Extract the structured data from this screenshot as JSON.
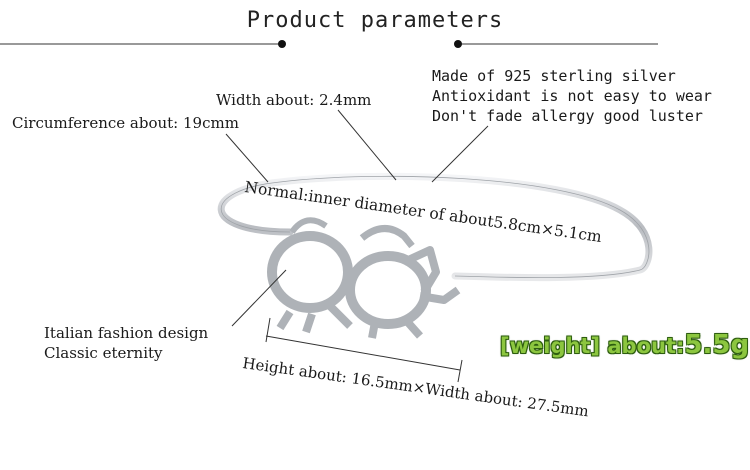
{
  "header": {
    "title": "Product parameters"
  },
  "labels": {
    "width": "Width about: 2.4mm",
    "circumference": "Circumference about: 19cmm",
    "normal": "Normal:inner diameter of about5.8cm×5.1cm",
    "design_line1": "Italian fashion design",
    "design_line2": "Classic eternity",
    "size": "Height about: 16.5mm×Width about: 27.5mm"
  },
  "specs": [
    "Made of 925 sterling silver",
    "Antioxidant is not easy to wear",
    "Don't fade allergy good luster"
  ],
  "weight": {
    "prefix": "[weight] about:",
    "value": "5.5g"
  },
  "colors": {
    "weight_text": "#8cc63f",
    "weight_outline": "#2e5e10",
    "silver": "#c9ccd0"
  }
}
